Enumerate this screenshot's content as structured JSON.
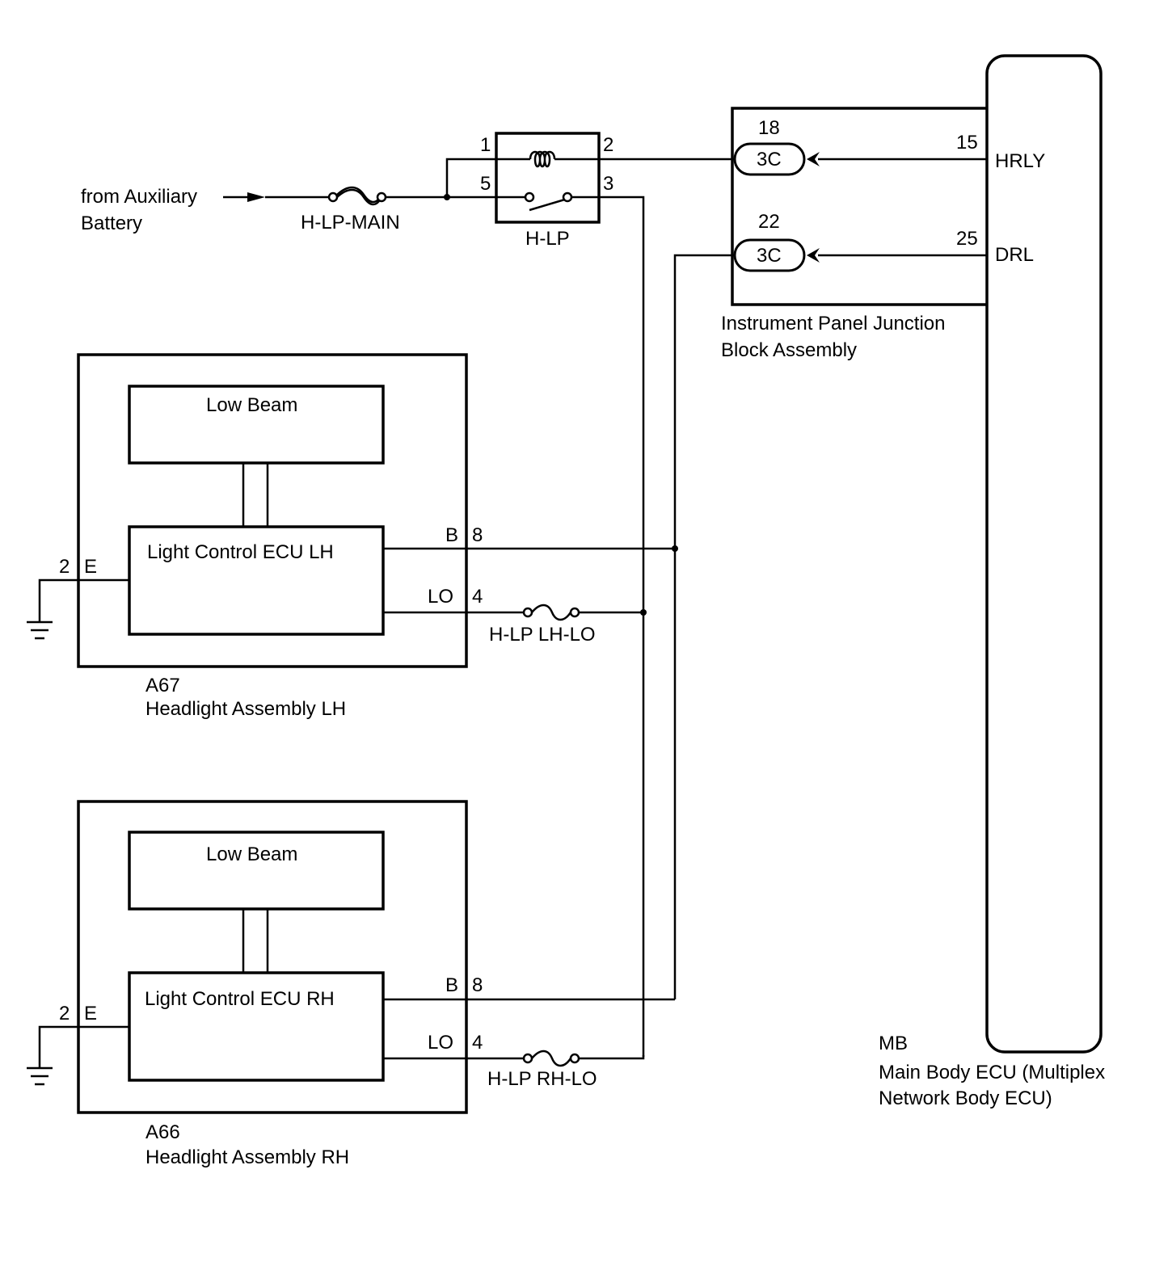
{
  "source": {
    "line1": "from Auxiliary",
    "line2": "Battery"
  },
  "fuses": {
    "main": "H-LP-MAIN",
    "lh_lo": "H-LP LH-LO",
    "rh_lo": "H-LP RH-LO"
  },
  "relay": {
    "label": "H-LP",
    "pins": {
      "p1": "1",
      "p2": "2",
      "p3": "3",
      "p5": "5"
    }
  },
  "junction_block": {
    "line1": "Instrument Panel Junction",
    "line2": "Block Assembly",
    "connectors": [
      {
        "code": "3C",
        "pin": "18"
      },
      {
        "code": "3C",
        "pin": "22"
      }
    ]
  },
  "main_ecu": {
    "code": "MB",
    "line1": "Main Body ECU (Multiplex",
    "line2": "Network Body ECU)",
    "pins": [
      {
        "num": "15",
        "name": "HRLY"
      },
      {
        "num": "25",
        "name": "DRL"
      }
    ]
  },
  "headlight_lh": {
    "code": "A67",
    "name": "Headlight Assembly LH",
    "low_beam": "Low Beam",
    "ecu": "Light Control ECU LH",
    "pins": {
      "ground_num": "2",
      "ground_name": "E",
      "b_name": "B",
      "b_num": "8",
      "lo_name": "LO",
      "lo_num": "4"
    }
  },
  "headlight_rh": {
    "code": "A66",
    "name": "Headlight Assembly RH",
    "low_beam": "Low Beam",
    "ecu": "Light Control ECU RH",
    "pins": {
      "ground_num": "2",
      "ground_name": "E",
      "b_name": "B",
      "b_num": "8",
      "lo_name": "LO",
      "lo_num": "4"
    }
  }
}
